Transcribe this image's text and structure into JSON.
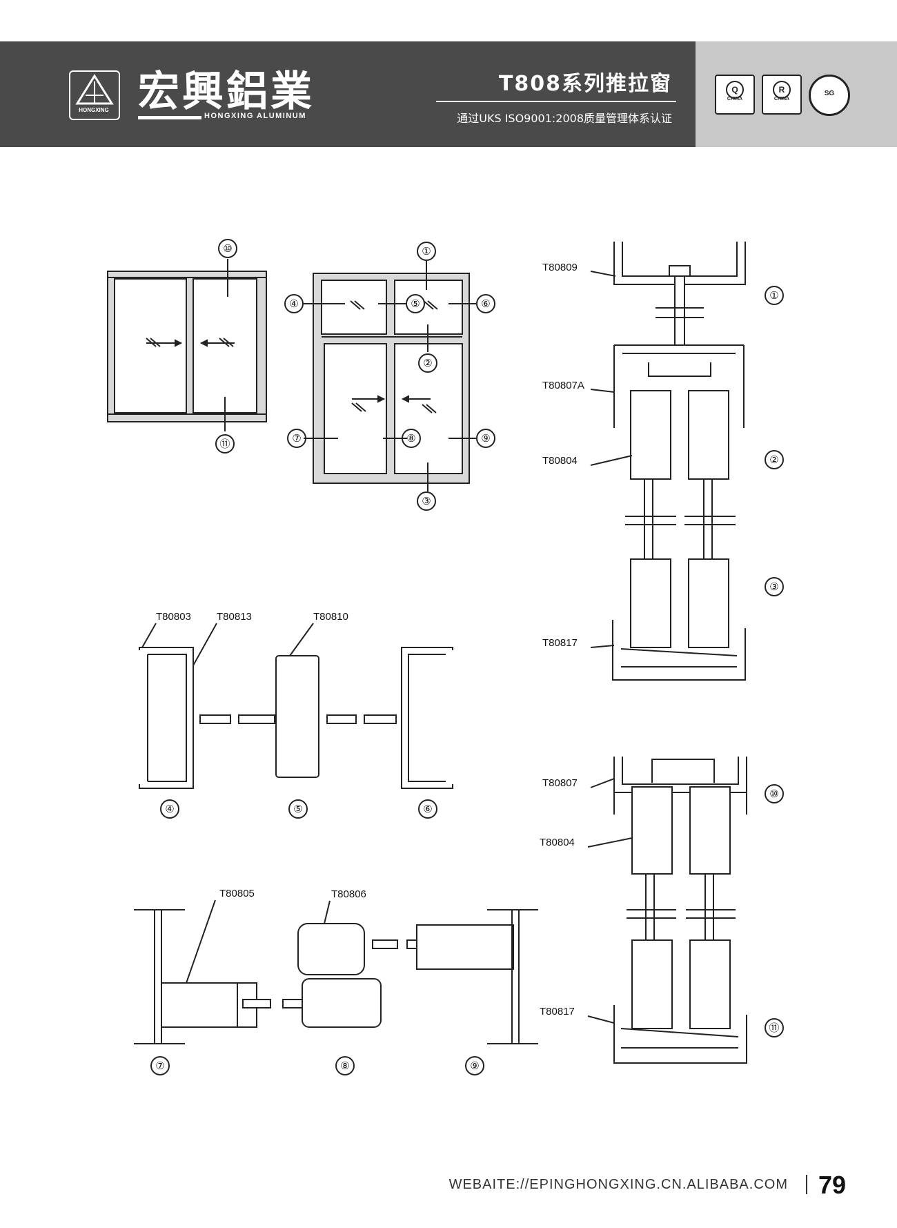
{
  "header": {
    "brand_cn": "宏興鋁業",
    "brand_en": "HONGXING ALUMINUM",
    "brand_mark": "HONGXING",
    "series_title": "T808系列推拉窗",
    "certification": "通过UKS ISO9001:2008质量管理体系认证",
    "badges": [
      "CHINA",
      "CHINA",
      "SG"
    ]
  },
  "diagram": {
    "callouts_window1": [
      "⑩",
      "⑪"
    ],
    "callouts_window2": [
      "①",
      "②",
      "③",
      "④",
      "⑤",
      "⑥",
      "⑦",
      "⑧",
      "⑨"
    ],
    "profiles": [
      "T80809",
      "T80807A",
      "T80804",
      "T80817",
      "T80807",
      "T80804",
      "T80817",
      "T80803",
      "T80813",
      "T80810",
      "T80805",
      "T80806"
    ],
    "section_numbers_right": [
      "①",
      "②",
      "③",
      "⑩",
      "⑪"
    ],
    "section_numbers_mid": [
      "④",
      "⑤",
      "⑥"
    ],
    "section_numbers_bottom": [
      "⑦",
      "⑧",
      "⑨"
    ]
  },
  "footer": {
    "website": "WEBAITE://EPINGHONGXING.CN.ALIBABA.COM",
    "page_number": "79"
  }
}
